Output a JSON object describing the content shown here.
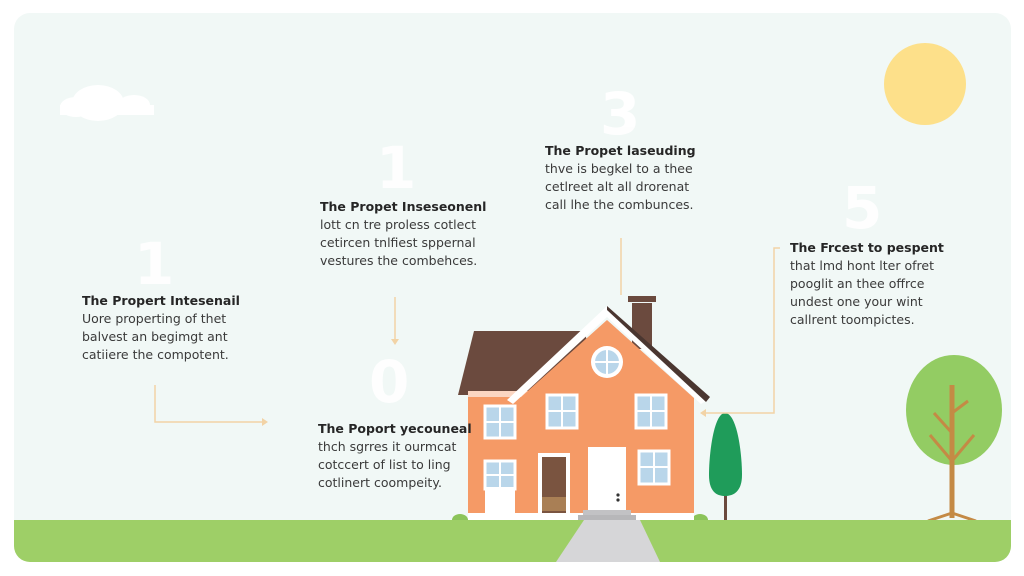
{
  "scene": {
    "colors": {
      "background": "#f1f8f6",
      "ground": "#9ecf67",
      "path": "#d6d6d8",
      "house_wall": "#f59a66",
      "roof": "#6b4a3e",
      "window": "#b9d6ea",
      "trim": "#ffffff",
      "door_dark": "#7a5440",
      "sun": "#fde08a",
      "tree_dark": "#1f9c5a",
      "tree_light": "#93cc63",
      "trunk": "#c48a45",
      "connector": "#f2d3a6"
    }
  },
  "steps": [
    {
      "number": "1",
      "title": "The Propert Intesenail",
      "lines": [
        "Uore properting of thet",
        "balvest an begimgt ant",
        "catiiere the compotent."
      ]
    },
    {
      "number": "1",
      "title": "The Propet Inseseonenl",
      "lines": [
        "lott cn tre proless cotlect",
        "cetircen tnlfiest sppernal",
        "vestures the combehces."
      ]
    },
    {
      "number": "3",
      "title": "The Propet laseuding",
      "lines": [
        "thve is begkel to a thee",
        "cetlreet alt all drorenat",
        "call lhe the combunces."
      ]
    },
    {
      "number": "0",
      "title": "The Poport yecouneal",
      "lines": [
        "thch sgrres it ourmcat",
        "cotccert of list to ling",
        "cotlinert coompeity."
      ]
    },
    {
      "number": "5",
      "title": "The Frcest to pespent",
      "lines": [
        "that lmd hont lter ofret",
        "pooglit an thee offrce",
        "undest one your wint",
        "callrent toompictes."
      ]
    }
  ]
}
